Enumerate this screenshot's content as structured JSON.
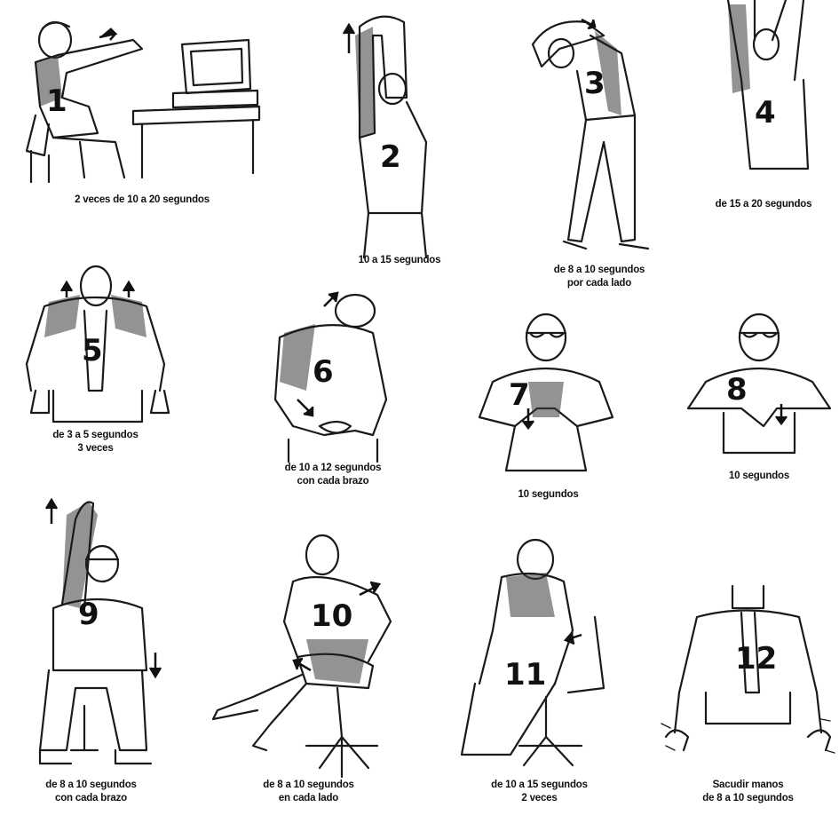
{
  "exercises": [
    {
      "number": "1",
      "caption": [
        "2 veces de 10 a 20 segundos"
      ]
    },
    {
      "number": "2",
      "caption": [
        "10 a 15 segundos"
      ]
    },
    {
      "number": "3",
      "caption": [
        "de 8 a 10 segundos",
        "por cada lado"
      ]
    },
    {
      "number": "4",
      "caption": [
        "de 15 a 20 segundos"
      ]
    },
    {
      "number": "5",
      "caption": [
        "de 3 a 5 segundos",
        "3 veces"
      ]
    },
    {
      "number": "6",
      "caption": [
        "de 10 a 12 segundos",
        "con cada brazo"
      ]
    },
    {
      "number": "7",
      "caption": [
        "10  segundos"
      ]
    },
    {
      "number": "8",
      "caption": [
        "10  segundos"
      ]
    },
    {
      "number": "9",
      "caption": [
        "de 8 a 10  segundos",
        "con cada brazo"
      ]
    },
    {
      "number": "10",
      "caption": [
        "de 8 a 10  segundos",
        "en cada lado"
      ]
    },
    {
      "number": "11",
      "caption": [
        "de 10 a 15  segundos",
        "2 veces"
      ]
    },
    {
      "number": "12",
      "caption": [
        "Sacudir manos",
        "de 8 a 10 segundos"
      ]
    }
  ]
}
